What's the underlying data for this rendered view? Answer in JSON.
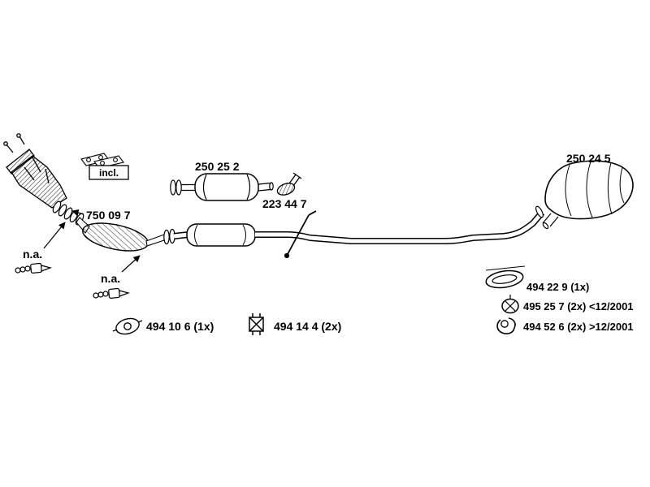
{
  "diagram": {
    "type": "exhaust-system-parts-diagram",
    "colors": {
      "ink": "#000000",
      "background": "#ffffff"
    },
    "labels": {
      "incl": "incl.",
      "na_left": "n.a.",
      "na_mid": "n.a.",
      "part_front_pipe": "750 09 7",
      "part_mid_muffler": "250 25 2",
      "part_clamp": "223 44 7",
      "part_rear_muffler": "250 24 5",
      "part_hanger_ring": "494 22 9 (1x)",
      "part_hanger_grommet": "495 25 7 (2x) <12/2001",
      "part_hanger_hook": "494 52 6 (2x) >12/2001",
      "part_gasket": "494 10 6 (1x)",
      "part_mount_clamp": "494 14 4  (2x)"
    },
    "icons": {
      "manifold": "exhaust-manifold-drawing",
      "flex_pipe": "flex-pipe-drawing",
      "catalyst": "catalytic-converter-drawing",
      "front_muffler": "front-muffler-drawing",
      "pipe_clamp": "pipe-clamp-drawing",
      "rear_muffler": "rear-muffler-drawing",
      "gaskets": "manifold-gasket-drawing",
      "sensor_left": "oxygen-sensor-drawing",
      "sensor_mid": "oxygen-sensor-drawing",
      "hanger_ring": "rubber-hanger-ring-icon",
      "hanger_grommet": "rubber-grommet-icon",
      "hanger_hook": "rubber-hook-icon",
      "flange_gasket": "flange-gasket-icon",
      "mount_clamp": "mounting-clamp-icon"
    }
  }
}
